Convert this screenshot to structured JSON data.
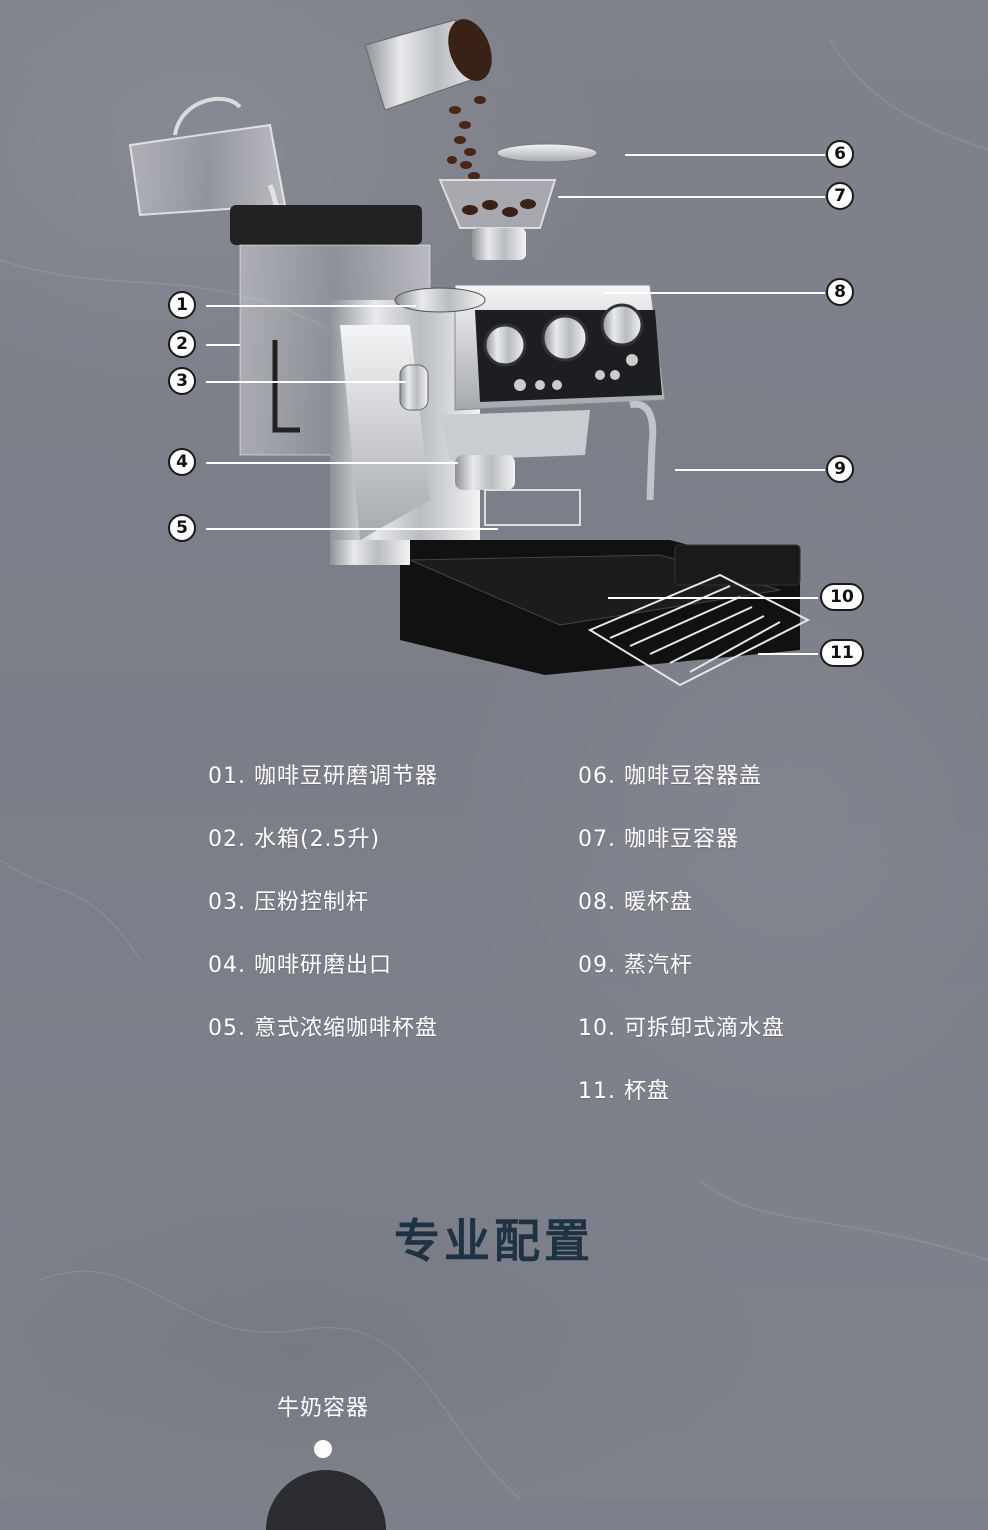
{
  "callouts": [
    {
      "num": "1"
    },
    {
      "num": "2"
    },
    {
      "num": "3"
    },
    {
      "num": "4"
    },
    {
      "num": "5"
    },
    {
      "num": "6"
    },
    {
      "num": "7"
    },
    {
      "num": "8"
    },
    {
      "num": "9"
    },
    {
      "num": "10"
    },
    {
      "num": "11"
    }
  ],
  "legend": {
    "left": [
      "01. 咖啡豆研磨调节器",
      "02. 水箱(2.5升)",
      "03. 压粉控制杆",
      "04. 咖啡研磨出口",
      "05. 意式浓缩咖啡杯盘"
    ],
    "right": [
      "06. 咖啡豆容器盖",
      "07. 咖啡豆容器",
      "08. 暖杯盘",
      "09. 蒸汽杆",
      "10. 可拆卸式滴水盘",
      "11. 杯盘"
    ]
  },
  "section_title": "专业配置",
  "feature": {
    "label": "牛奶容器"
  },
  "colors": {
    "background": "#7d7f8a",
    "title": "#1d3242",
    "text": "#ffffff"
  }
}
